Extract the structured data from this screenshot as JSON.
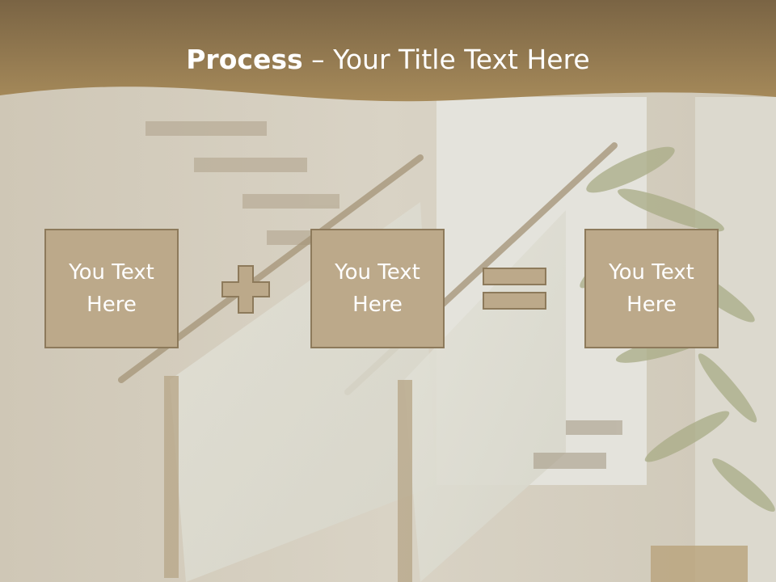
{
  "slide": {
    "title_bold": "Process",
    "title_rest": " – Your Title Text Here"
  },
  "boxes": [
    {
      "text": "You Text Here"
    },
    {
      "text": "You Text Here"
    },
    {
      "text": "You Text Here"
    }
  ],
  "operators": [
    "plus",
    "equals"
  ],
  "colors": {
    "banner_top": "#7a6444",
    "banner_bottom": "#a68a5a",
    "box_fill": "#bca98a",
    "box_border": "#8d7a5b",
    "text": "#ffffff",
    "background": "#d8d2c4"
  }
}
